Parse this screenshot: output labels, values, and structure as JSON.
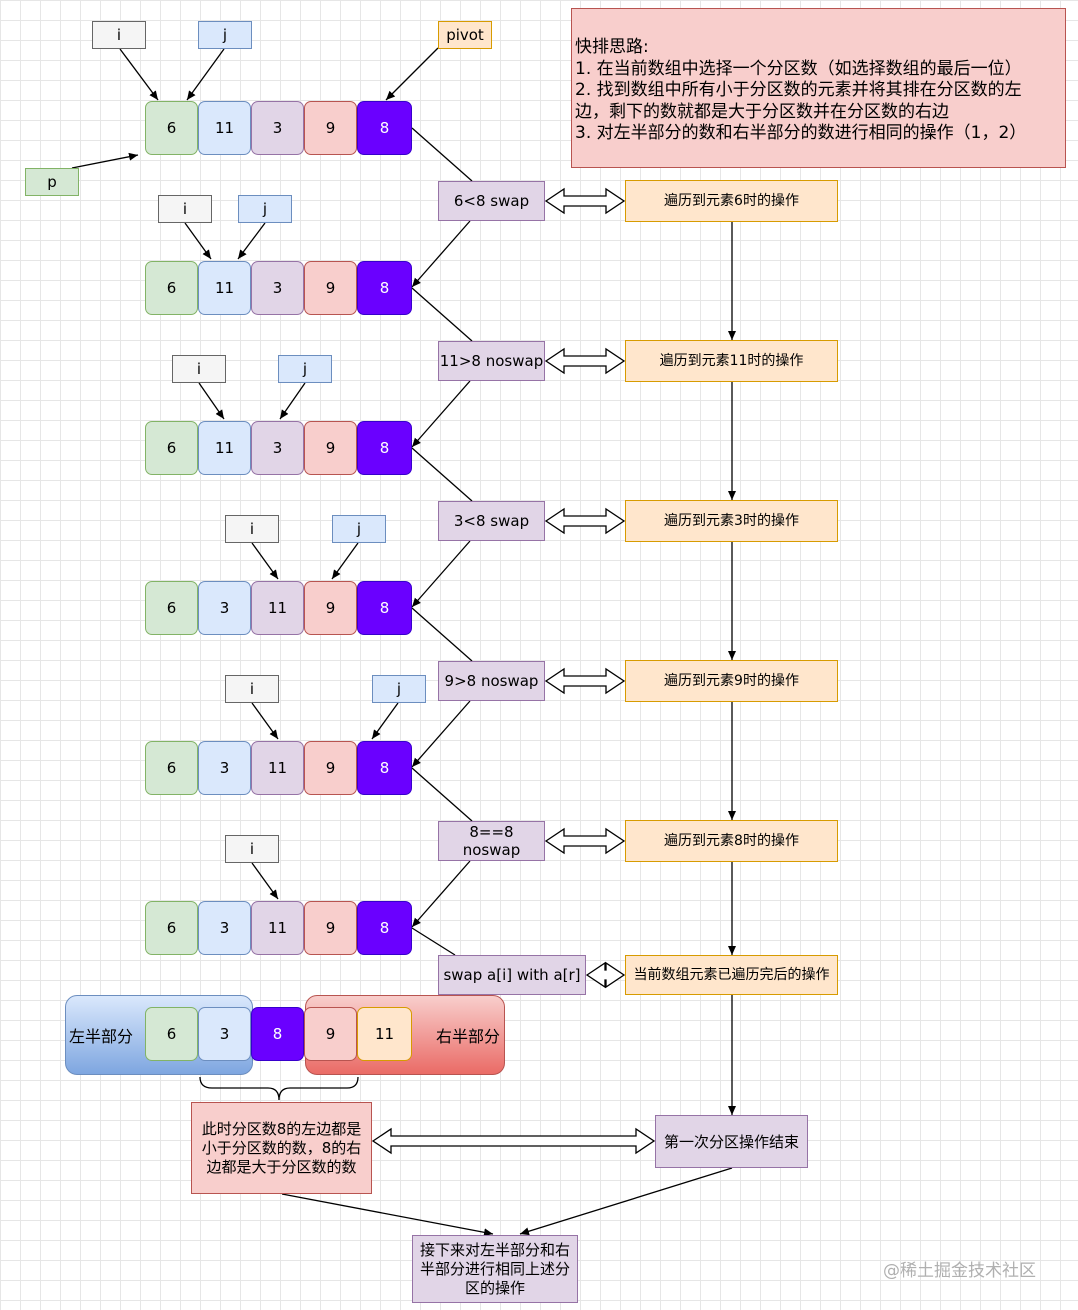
{
  "note": {
    "title": "快排思路:",
    "lines": [
      "1. 在当前数组中选择一个分区数（如选择数组的最后一位）",
      "2. 找到数组中所有小于分区数的元素并将其排在分区数的左",
      "边，剩下的数就都是大于分区数并在分区数的右边",
      "3. 对左半部分的数和右半部分的数进行相同的操作（1，2）"
    ]
  },
  "labels": {
    "i": "i",
    "j": "j",
    "pivot": "pivot",
    "p": "p"
  },
  "rows": [
    {
      "values": [
        "6",
        "11",
        "3",
        "9",
        "8"
      ]
    },
    {
      "values": [
        "6",
        "11",
        "3",
        "9",
        "8"
      ]
    },
    {
      "values": [
        "6",
        "11",
        "3",
        "9",
        "8"
      ]
    },
    {
      "values": [
        "6",
        "3",
        "11",
        "9",
        "8"
      ]
    },
    {
      "values": [
        "6",
        "3",
        "11",
        "9",
        "8"
      ]
    },
    {
      "values": [
        "6",
        "3",
        "11",
        "9",
        "8"
      ]
    }
  ],
  "ops": [
    "6<8 swap",
    "11>8  noswap",
    "3<8  swap",
    "9>8  noswap",
    "8==8  noswap",
    "swap a[i] with a[r]"
  ],
  "descs": [
    "遍历到元素6时的操作",
    "遍历到元素11时的操作",
    "遍历到元素3时的操作",
    "遍历到元素9时的操作",
    "遍历到元素8时的操作",
    "当前数组元素已遍历完后的操作"
  ],
  "result": {
    "values": [
      "6",
      "3",
      "8",
      "9",
      "11"
    ],
    "left_label": "左半部分",
    "right_label": "右半部分"
  },
  "summary": "此时分区数8的左边都是小于分区数的数，8的右边都是大于分区数的数",
  "first_end": "第一次分区操作结束",
  "next_step": "接下来对左半部分和右半部分进行相同上述分区的操作",
  "watermark": "@稀土掘金技术社区",
  "colors": {
    "green": "#d5e8d4",
    "blue": "#dae8fc",
    "purple": "#e1d5e7",
    "red": "#f8cecc",
    "pivot": "#6a00ff",
    "orange": "#ffe6cc"
  }
}
